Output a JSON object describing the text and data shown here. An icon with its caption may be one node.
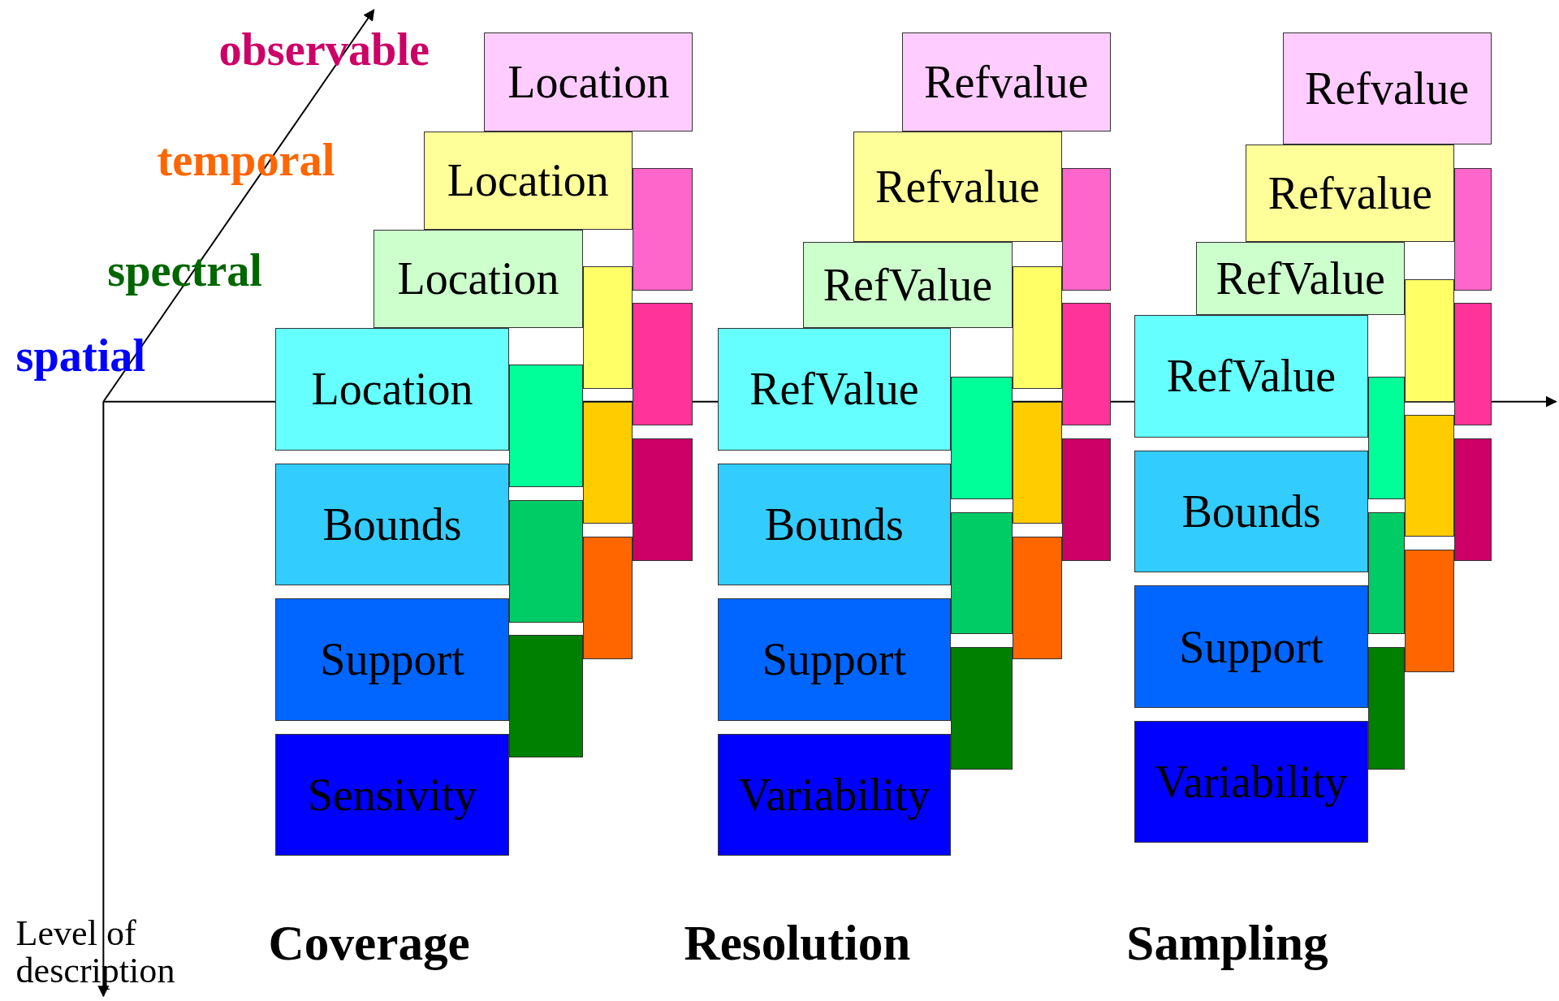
{
  "diagram": {
    "nodes": [
      {
        "text": [
          "Location"
        ]
      },
      {
        "text": [],
        "shape": "box"
      },
      {
        "text": [],
        "shape": "box"
      },
      {
        "text": [],
        "shape": "box"
      },
      {
        "text": [
          "Location"
        ]
      },
      {
        "text": [],
        "shape": "box"
      },
      {
        "text": [],
        "shape": "box"
      },
      {
        "text": [],
        "shape": "box"
      },
      {
        "text": [
          "Location"
        ]
      },
      {
        "text": [],
        "shape": "box"
      },
      {
        "text": [],
        "shape": "box"
      },
      {
        "text": [],
        "shape": "box"
      },
      {
        "text": [
          "Location"
        ]
      },
      {
        "text": [
          "Bounds"
        ]
      },
      {
        "text": [
          "Support"
        ]
      },
      {
        "text": [
          "Sensivity"
        ]
      },
      {
        "text": [
          "Refvalue"
        ]
      },
      {
        "text": [],
        "shape": "box"
      },
      {
        "text": [],
        "shape": "box"
      },
      {
        "text": [],
        "shape": "box"
      },
      {
        "text": [
          "Refvalue"
        ]
      },
      {
        "text": [],
        "shape": "box"
      },
      {
        "text": [],
        "shape": "box"
      },
      {
        "text": [],
        "shape": "box"
      },
      {
        "text": [
          "RefValue"
        ]
      },
      {
        "text": [],
        "shape": "box"
      },
      {
        "text": [],
        "shape": "box"
      },
      {
        "text": [],
        "shape": "box"
      },
      {
        "text": [
          "RefValue"
        ]
      },
      {
        "text": [
          "Bounds"
        ]
      },
      {
        "text": [
          "Support"
        ]
      },
      {
        "text": [
          "Variability"
        ]
      },
      {
        "text": [
          "Refvalue"
        ]
      },
      {
        "text": [],
        "shape": "box"
      },
      {
        "text": [],
        "shape": "box"
      },
      {
        "text": [],
        "shape": "box"
      },
      {
        "text": [
          "Refvalue"
        ]
      },
      {
        "text": [],
        "shape": "box"
      },
      {
        "text": [],
        "shape": "box"
      },
      {
        "text": [],
        "shape": "box"
      },
      {
        "text": [
          "RefValue"
        ]
      },
      {
        "text": [],
        "shape": "box"
      },
      {
        "text": [],
        "shape": "box"
      },
      {
        "text": [],
        "shape": "box"
      },
      {
        "text": [
          "RefValue"
        ]
      },
      {
        "text": [
          "Bounds"
        ]
      },
      {
        "text": [
          "Support"
        ]
      },
      {
        "text": [
          "Variability"
        ]
      }
    ],
    "edges": [],
    "labels": [
      "observable",
      "temporal",
      "spectral",
      "spatial",
      "Level of description",
      "Coverage",
      "Resolution",
      "Sampling"
    ]
  }
}
